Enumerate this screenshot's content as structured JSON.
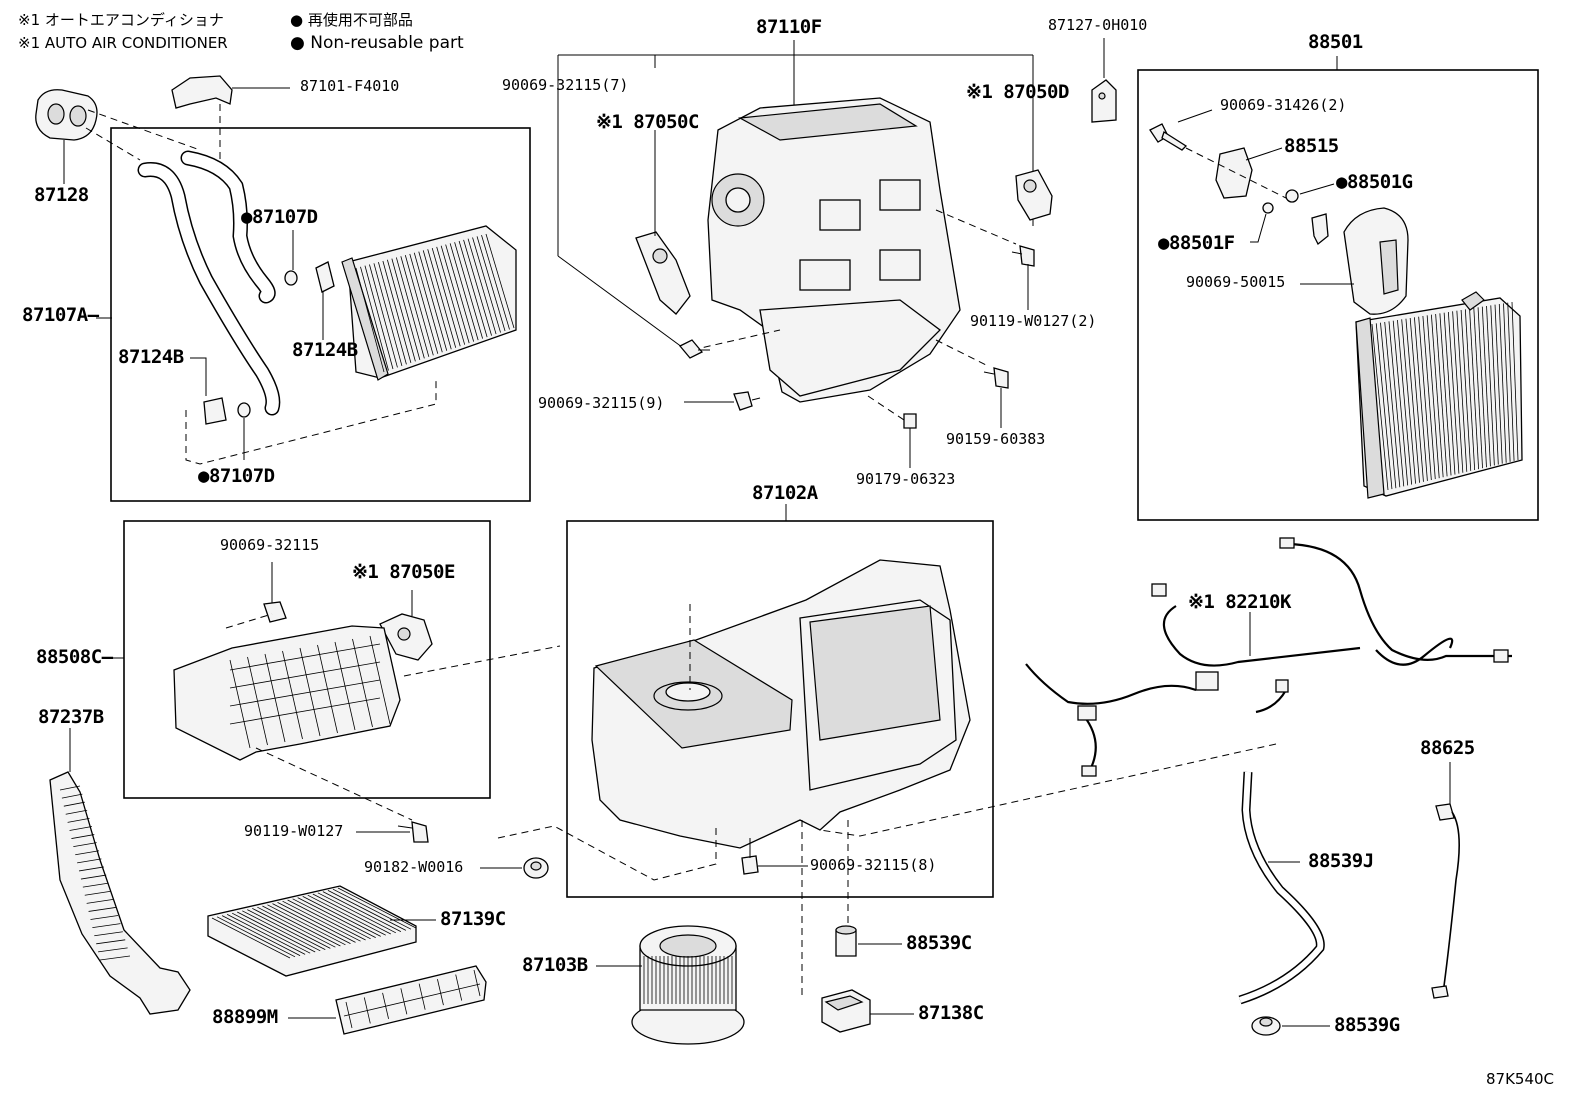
{
  "legend": {
    "line1": "※1 オートエアコンディショナ",
    "line2": "※1 AUTO AIR CONDITIONER",
    "line3_mark": "●",
    "line3": "再使用不可部品",
    "line4_mark": "●",
    "line4": "Non-reusable part"
  },
  "labels": {
    "p87110F": "87110F",
    "p87127": "87127-0H010",
    "p88501": "88501",
    "p90069_32115_7": "90069-32115(7)",
    "p87101": "87101-F4010",
    "p87050D": "※1 87050D",
    "p87050C": "※1 87050C",
    "p90069_31426": "90069-31426(2)",
    "p88515": "88515",
    "p88501G": "●88501G",
    "p87128": "87128",
    "p87107D_top": "●87107D",
    "p88501F": "●88501F",
    "p87107A": "87107A—",
    "p90069_50015": "90069-50015",
    "p87124B_r": "87124B",
    "p90119_W0127_2": "90119-W0127(2)",
    "p87124B_l": "87124B",
    "p90069_32115_9": "90069-32115(9)",
    "p90159": "90159-60383",
    "p87107D_bot": "●87107D",
    "p90179": "90179-06323",
    "p87102A": "87102A",
    "p90069_32115": "90069-32115",
    "p87050E": "※1 87050E",
    "p82210K": "※1 82210K",
    "p88508C": "88508C—",
    "p87237B": "87237B",
    "p88625": "88625",
    "p90119_W0127": "90119-W0127",
    "p88539J": "88539J",
    "p90182": "90182-W0016",
    "p90069_32115_8": "90069-32115(8)",
    "p87139C": "87139C",
    "p88539C": "88539C",
    "p87103B": "87103B",
    "p88899M": "88899M",
    "p87138C": "87138C",
    "p88539G": "88539G",
    "p87K540C": "87K540C"
  }
}
